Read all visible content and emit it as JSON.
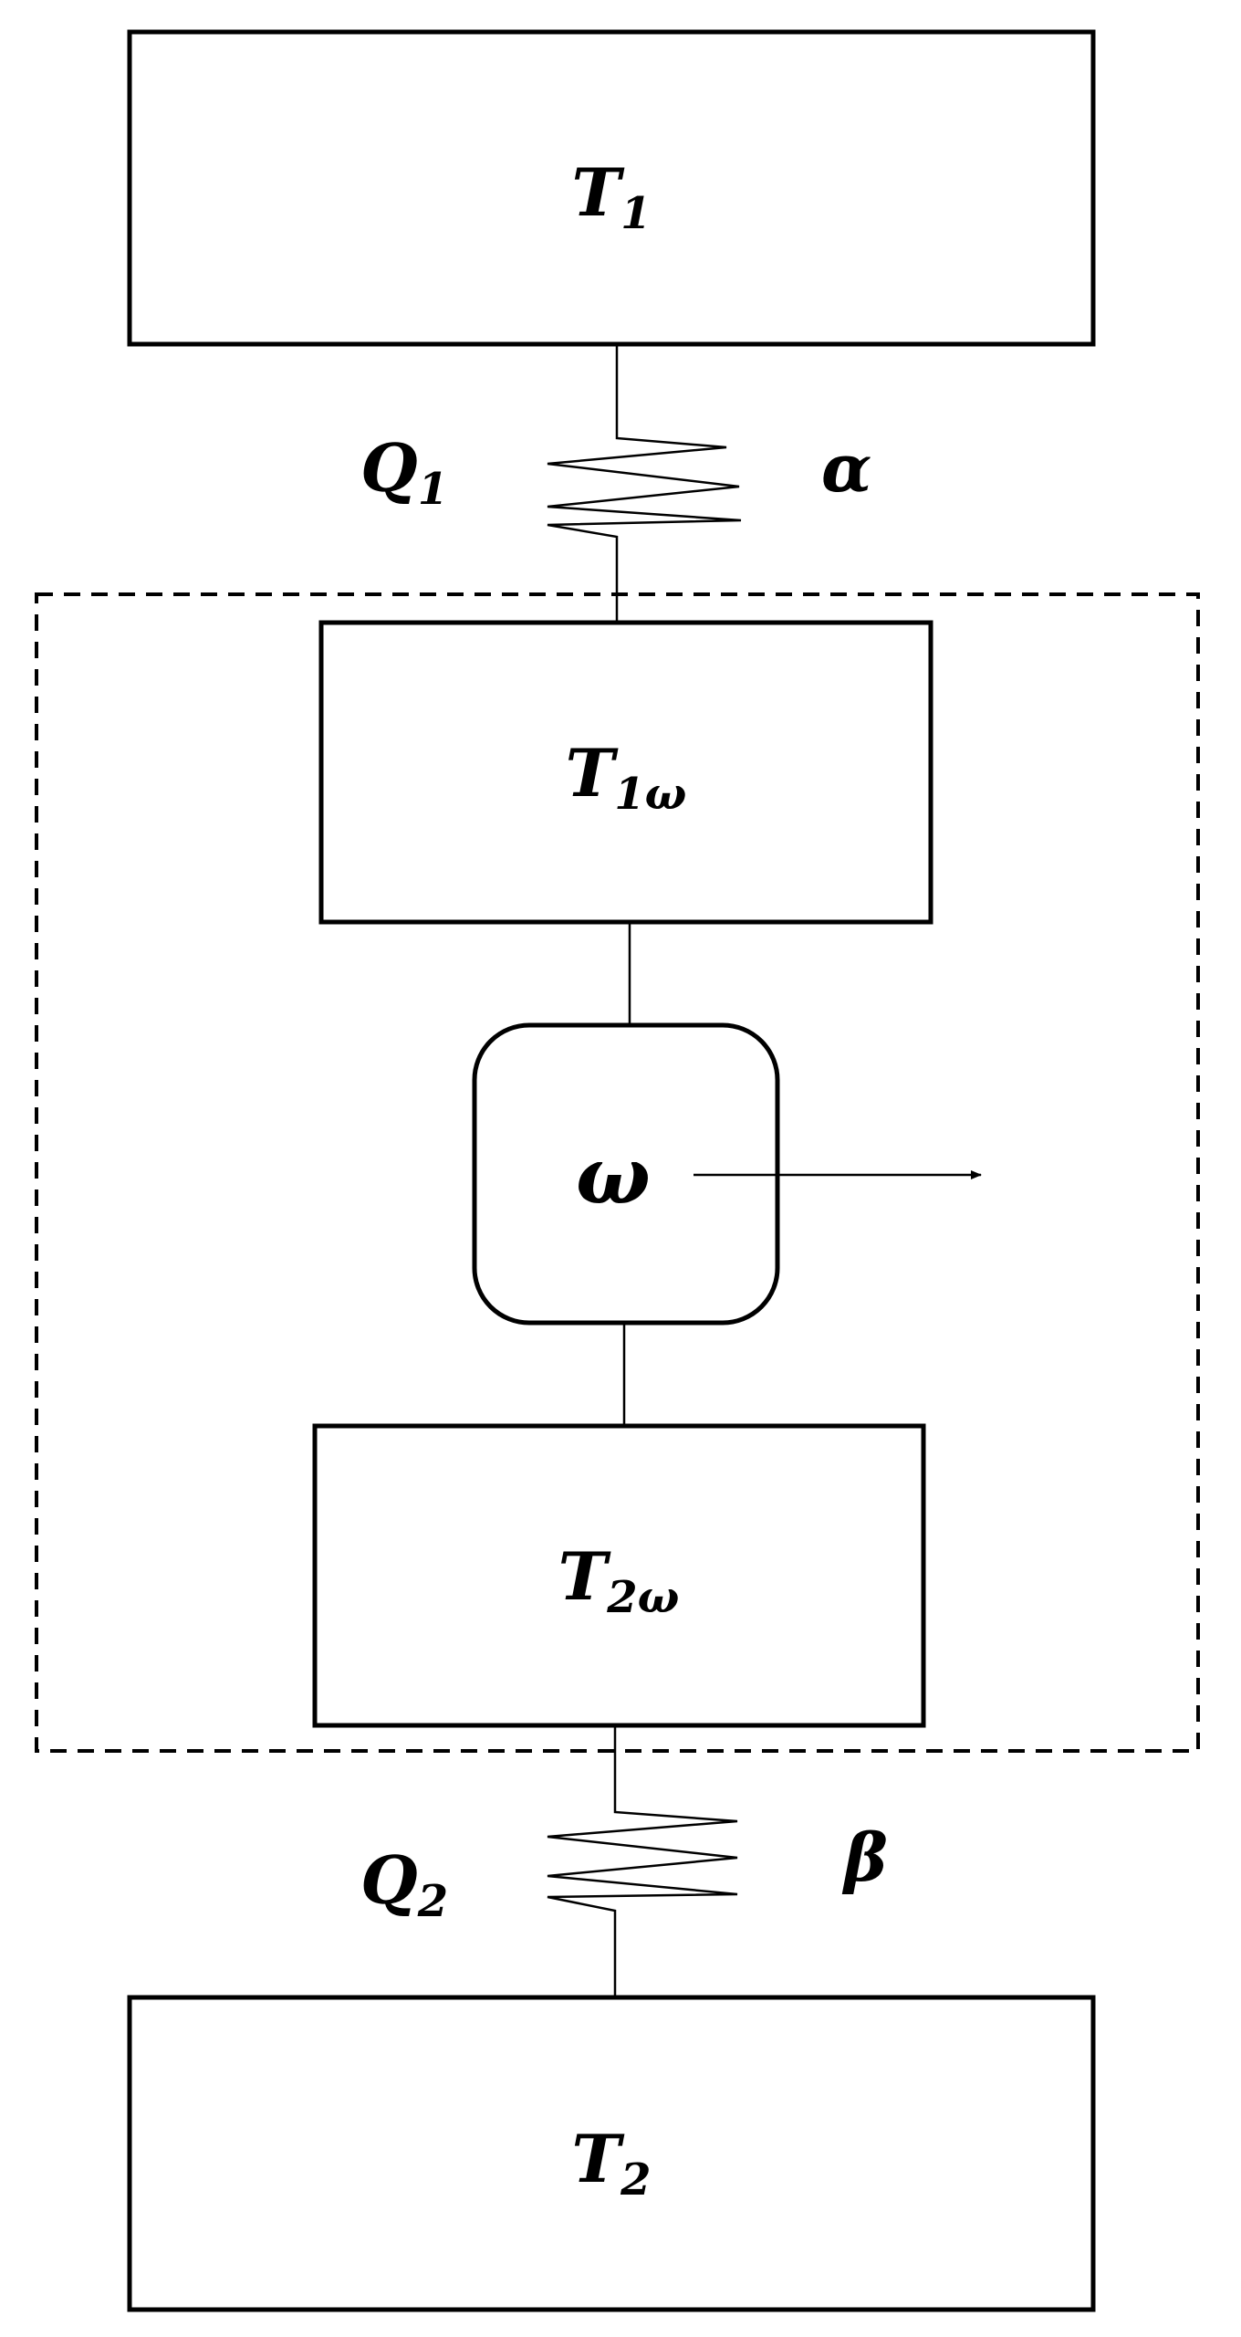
{
  "diagram": {
    "hot_reservoir": {
      "symbol": "T",
      "subscript": "1"
    },
    "cold_reservoir": {
      "symbol": "T",
      "subscript": "2"
    },
    "hot_working_temp": {
      "symbol": "T",
      "subscript": "1ω"
    },
    "cold_working_temp": {
      "symbol": "T",
      "subscript": "2ω"
    },
    "engine": {
      "symbol": "ω"
    },
    "heat_in": {
      "symbol": "Q",
      "subscript": "1"
    },
    "heat_out": {
      "symbol": "Q",
      "subscript": "2"
    },
    "conductance_hot": {
      "symbol": "α"
    },
    "conductance_cold": {
      "symbol": "β"
    }
  }
}
